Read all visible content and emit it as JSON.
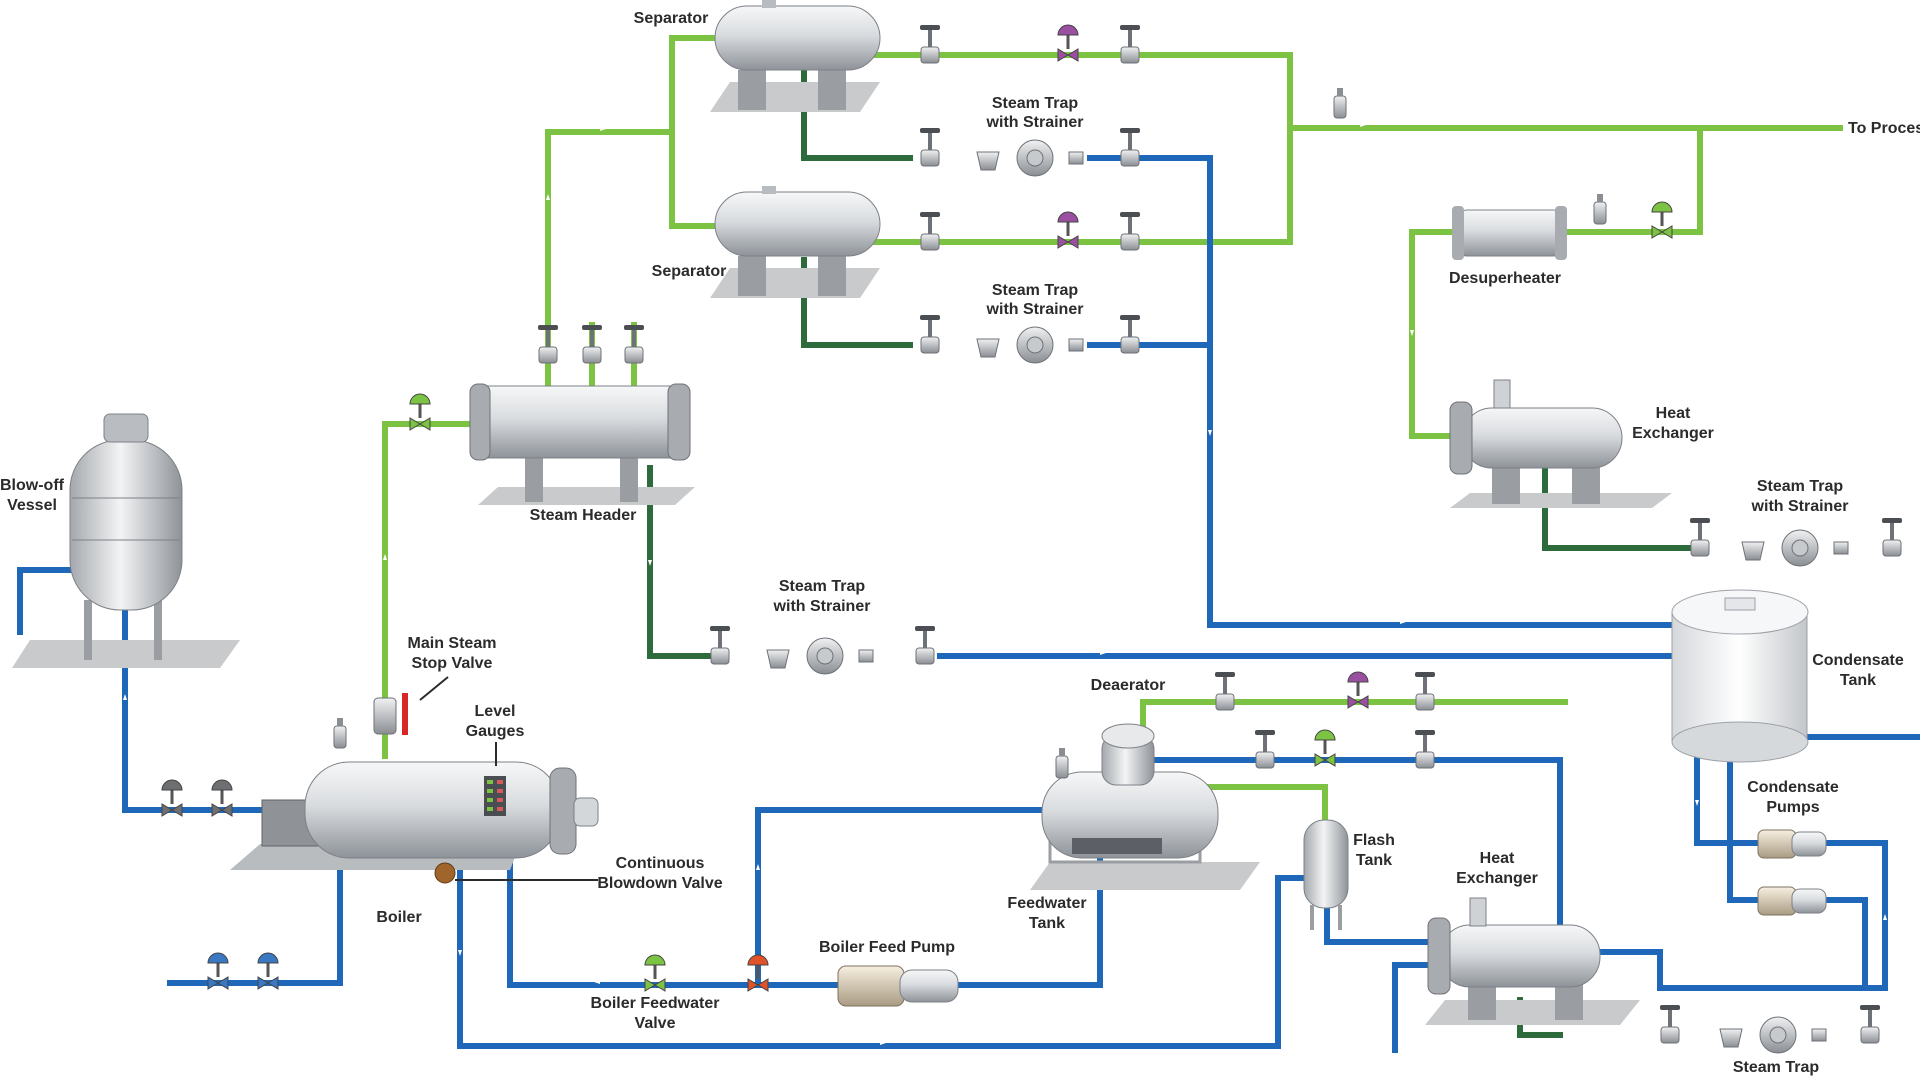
{
  "colors": {
    "steam_pipe": "#7cc243",
    "steam_pipe_edge": "#4f8f2a",
    "condensate_pipe": "#1f67b8",
    "condensate_pipe_edge": "#124a8a",
    "drain_pipe": "#2e6b3c",
    "vessel_light": "#e9ebee",
    "vessel_dark": "#8e9399",
    "shadow": "#c9cacc",
    "valve_green": "#7cc243",
    "valve_purple": "#9b4fa0",
    "valve_orange": "#e0532a",
    "valve_blue": "#3a78c2",
    "valve_gray": "#6d6f72",
    "stop_valve_red": "#d62828"
  },
  "labels": {
    "separator_top": "Separator",
    "separator_mid": "Separator",
    "trap_top_1": "Steam Trap",
    "trap_top_2": "with Strainer",
    "trap_mid_1": "Steam Trap",
    "trap_mid_2": "with Strainer",
    "to_process": "To Process",
    "desuperheater": "Desuperheater",
    "hx_upper_1": "Heat",
    "hx_upper_2": "Exchanger",
    "trap_right_1": "Steam Trap",
    "trap_right_2": "with Strainer",
    "blowoff_1": "Blow-off",
    "blowoff_2": "Vessel",
    "steam_header": "Steam Header",
    "trap_lower_1": "Steam Trap",
    "trap_lower_2": "with Strainer",
    "condensate_tank_1": "Condensate",
    "condensate_tank_2": "Tank",
    "main_stop_1": "Main Steam",
    "main_stop_2": "Stop Valve",
    "level_gauges_1": "Level",
    "level_gauges_2": "Gauges",
    "deaerator": "Deaerator",
    "condensate_pumps_1": "Condensate",
    "condensate_pumps_2": "Pumps",
    "flash_tank_1": "Flash",
    "flash_tank_2": "Tank",
    "continuous_blowdown_1": "Continuous",
    "continuous_blowdown_2": "Blowdown Valve",
    "boiler": "Boiler",
    "feedwater_tank_1": "Feedwater",
    "feedwater_tank_2": "Tank",
    "hx_lower_1": "Heat",
    "hx_lower_2": "Exchanger",
    "boiler_feed_pump": "Boiler Feed Pump",
    "feedwater_valve_1": "Boiler Feedwater",
    "feedwater_valve_2": "Valve",
    "trap_bottom": "Steam Trap"
  }
}
